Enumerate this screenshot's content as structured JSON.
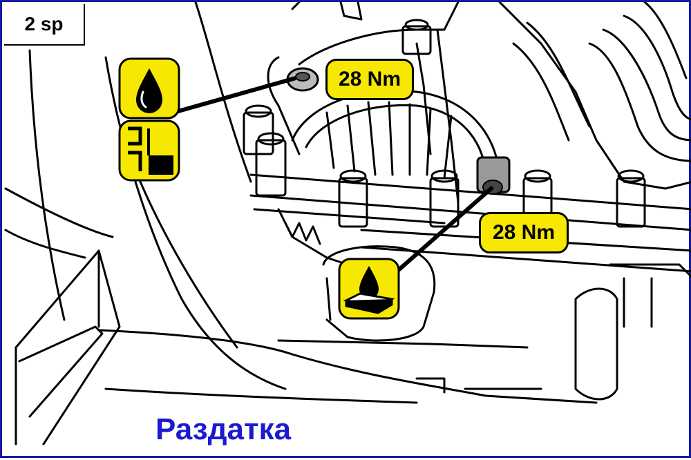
{
  "diagram": {
    "corner_label": "2 sp",
    "torque_labels": [
      "28 Nm",
      "28 Nm"
    ],
    "caption": "Раздатка",
    "icons": [
      "oil-drop-icon",
      "oil-level-icon",
      "sealant-icon"
    ],
    "colors": {
      "label_yellow": "#f6e800",
      "caption_blue": "#1a1ad0",
      "frame_blue": "#1a1aa0",
      "line_art": "#000000"
    }
  }
}
